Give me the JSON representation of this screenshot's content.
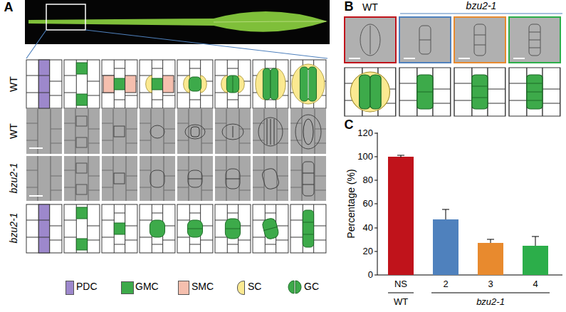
{
  "diagram": {
    "labels": [
      "A",
      "WT",
      "WT",
      "bzu2-1",
      "bzu2-1",
      "B",
      "WT",
      "bzu2-1",
      "C",
      "Percentage (%)",
      "120",
      "100",
      "80",
      "60",
      "40",
      "20",
      "0",
      "NS",
      "2",
      "3",
      "4",
      "WT",
      "bzu2-1"
    ],
    "legend": [
      {
        "text": "PDC",
        "color": "#9d88cc"
      },
      {
        "text": "GMC",
        "color": "#3daa4a"
      },
      {
        "text": "SMC",
        "color": "#f5bfae"
      },
      {
        "text": "SC",
        "color": "#fbe991"
      },
      {
        "text": "GC"
      }
    ]
  }
}
